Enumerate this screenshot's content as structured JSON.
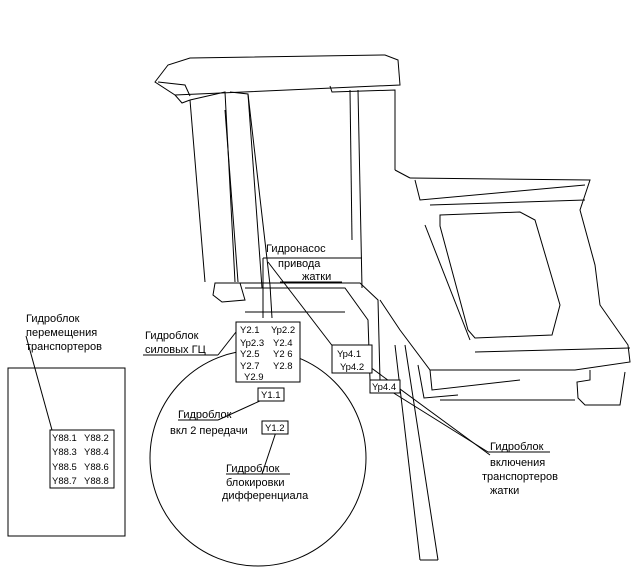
{
  "labels": {
    "pump": [
      "Гидронасос",
      "привода",
      "жатки"
    ],
    "power": [
      "Гидроблок",
      "силовых ГЦ"
    ],
    "move": [
      "Гидроблок",
      "перемещения",
      "транспортеров"
    ],
    "gear2": [
      "Гидроблок",
      "вкл 2 передачи"
    ],
    "diff": [
      "Гидроблок",
      "блокировки",
      "дифференциала"
    ],
    "conveyor": [
      "Гидроблок",
      "включения",
      "транспортеров",
      "жатки"
    ]
  },
  "codes": {
    "power_block": [
      "Y2.1",
      "Yp2.2",
      "Yp2.3",
      "Y2.4",
      "Y2.5",
      "Y2 6",
      "Y2.7",
      "Y2.8",
      "Y2.9"
    ],
    "move_block": [
      "Y88.1",
      "Y88.2",
      "Y88.3",
      "Y88.4",
      "Y88.5",
      "Y88.6",
      "Y88.7",
      "Y88.8"
    ],
    "gear2": "Y1.1",
    "diff": "Y1.2",
    "pump_block": [
      "Yp4.1",
      "Yp4.2"
    ],
    "conveyor": "Yp4.4"
  }
}
